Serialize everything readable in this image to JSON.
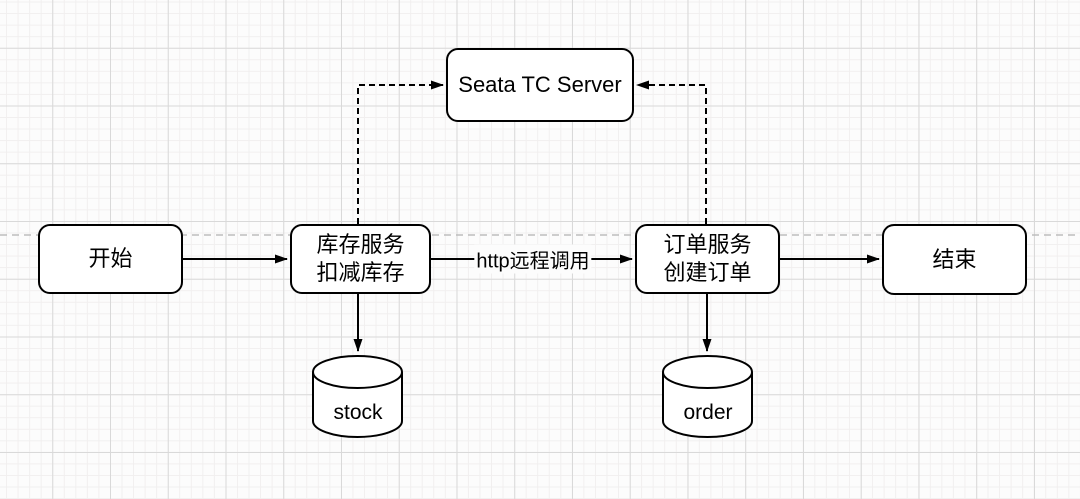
{
  "diagram": {
    "nodes": {
      "start": {
        "label": "开始"
      },
      "stock_service": {
        "line1": "库存服务",
        "line2": "扣减库存"
      },
      "seata_tc_server": {
        "label": "Seata TC Server"
      },
      "order_service": {
        "line1": "订单服务",
        "line2": "创建订单"
      },
      "end": {
        "label": "结束"
      },
      "stock_db": {
        "label": "stock"
      },
      "order_db": {
        "label": "order"
      }
    },
    "edge_labels": {
      "http_call": "http远程调用"
    },
    "colors": {
      "node_fill": "#ffffff",
      "node_border": "#000000",
      "edge": "#000000",
      "guide_line": "#bdbdbd",
      "grid_major": "#d9d9d9",
      "grid_minor": "#f1efef",
      "background": "#fcfcfc"
    }
  }
}
